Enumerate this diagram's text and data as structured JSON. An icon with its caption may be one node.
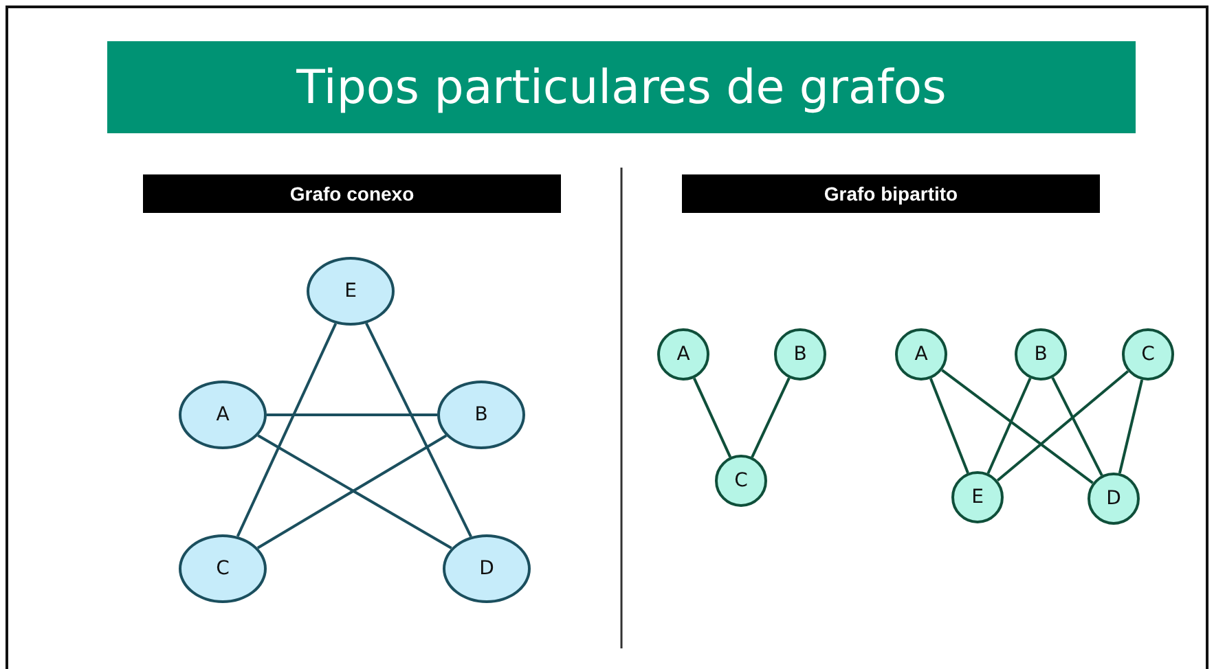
{
  "diagram": {
    "title": "Tipos particulares de grafos",
    "nodes": [
      {
        "text": [
          "Grafo conexo"
        ]
      },
      {
        "text": [
          "Grafo bipartito"
        ]
      },
      {
        "text": [
          "E"
        ]
      },
      {
        "text": [
          "A"
        ]
      },
      {
        "text": [
          "B"
        ]
      },
      {
        "text": [
          "C"
        ]
      },
      {
        "text": [
          "D"
        ]
      },
      {
        "text": [
          "A"
        ]
      },
      {
        "text": [
          "B"
        ]
      },
      {
        "text": [
          "C"
        ]
      },
      {
        "text": [
          "A"
        ]
      },
      {
        "text": [
          "B"
        ]
      },
      {
        "text": [
          "C"
        ]
      },
      {
        "text": [
          "E"
        ]
      },
      {
        "text": [
          "D"
        ]
      }
    ],
    "edges": [
      {
        "from": 2,
        "to": 5,
        "arrow": "none",
        "color": "#1b4f5e"
      },
      {
        "from": 2,
        "to": 6,
        "arrow": "none",
        "color": "#1b4f5e"
      },
      {
        "from": 3,
        "to": 4,
        "arrow": "none",
        "color": "#1b4f5e"
      },
      {
        "from": 3,
        "to": 6,
        "arrow": "none",
        "color": "#1b4f5e"
      },
      {
        "from": 4,
        "to": 5,
        "arrow": "none",
        "color": "#1b4f5e"
      },
      {
        "from": 7,
        "to": 9,
        "arrow": "none"
      },
      {
        "from": 8,
        "to": 9,
        "arrow": "none"
      },
      {
        "from": 10,
        "to": 13,
        "arrow": "none"
      },
      {
        "from": 10,
        "to": 14,
        "arrow": "none"
      },
      {
        "from": 11,
        "to": 13,
        "arrow": "none"
      },
      {
        "from": 11,
        "to": 14,
        "arrow": "none"
      },
      {
        "from": 12,
        "to": 13,
        "arrow": "none"
      },
      {
        "from": 12,
        "to": 14,
        "arrow": "none"
      }
    ]
  }
}
